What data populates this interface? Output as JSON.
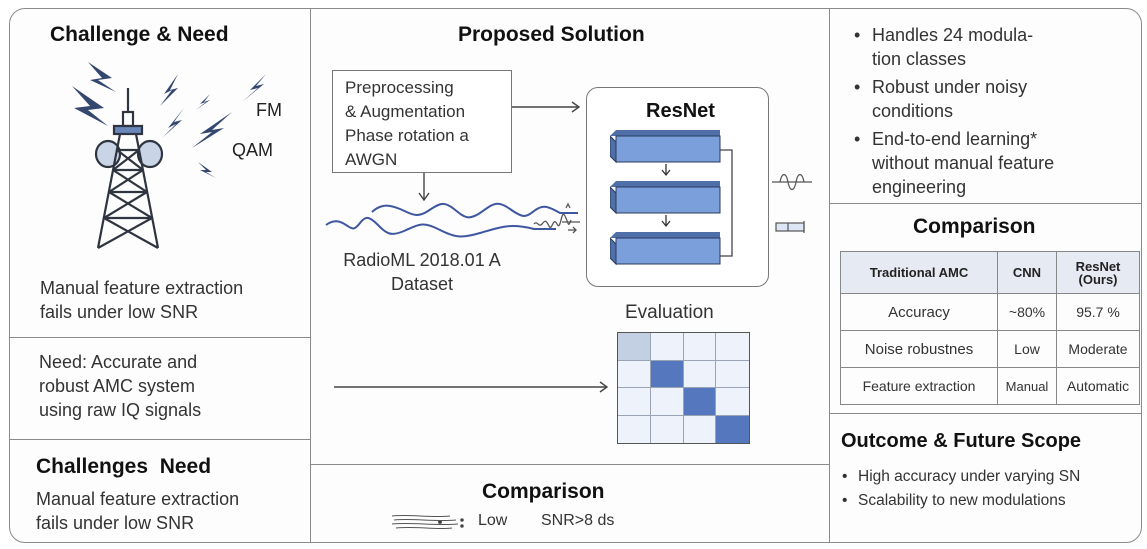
{
  "left": {
    "challenge": {
      "title": "Challenge & Need",
      "signal_labels": [
        "FM",
        "QAM"
      ],
      "text_line1": "Manual feature extraction",
      "text_line2": "fails under low SNR"
    },
    "need": {
      "line1": "Need: Accurate and",
      "line2": "robust AMC system",
      "line3": "using raw IQ signals"
    },
    "challenges_need": {
      "title": "Challenges  Need",
      "text_line1": "Manual feature extraction",
      "text_line2": "fails under low SNR"
    }
  },
  "center": {
    "title": "Proposed Solution",
    "preprocessing": {
      "line1": "Preprocessing",
      "line2": "& Augmentation",
      "line3": "Phase rotation a",
      "line4": "AWGN"
    },
    "dataset": {
      "line1": "RadioML 2018.01 A",
      "line2": "Dataset"
    },
    "resnet": {
      "title": "ResNet",
      "block_count": 3
    },
    "evaluation": {
      "title": "Evaluation",
      "matrix": [
        [
          "light",
          "none",
          "none",
          "none"
        ],
        [
          "none",
          "dark",
          "none",
          "none"
        ],
        [
          "none",
          "none",
          "dark",
          "none"
        ],
        [
          "none",
          "none",
          "none",
          "dark"
        ]
      ]
    },
    "comparison": {
      "title": "Comparison",
      "low_label": "Low",
      "snr_label": "SNR>8 ds"
    }
  },
  "right": {
    "features": [
      {
        "line1": "Handles 24 modula-",
        "line2": "tion classes"
      },
      {
        "line1": "Robust under noisy",
        "line2": "conditions"
      },
      {
        "line1": "End-to-end learning*",
        "line2": "without manual feature",
        "line3": "engineering"
      }
    ],
    "comparison": {
      "title": "Comparison",
      "headers": [
        "Traditional AMC",
        "CNN",
        "ResNet",
        "(Ours)"
      ],
      "rows": [
        [
          "Accuracy",
          "~80%",
          "95.7 %"
        ],
        [
          "Noise robustnes",
          "Low",
          "Moderate"
        ],
        [
          "Feature extraction",
          "Manual",
          "Automatic"
        ]
      ]
    },
    "outcome": {
      "title": "Outcome & Future Scope",
      "bullets": [
        "High accuracy under varying SN",
        "Scalability to new modulations"
      ]
    }
  },
  "colors": {
    "block_fill": "#7a9fdb",
    "block_dark": "#4f6fa8",
    "matrix_dark": "#5477bd",
    "matrix_light": "#c3cfe3",
    "matrix_bg": "#eef2fa",
    "wave": "#3f56a0",
    "bolt": "#34476f"
  }
}
